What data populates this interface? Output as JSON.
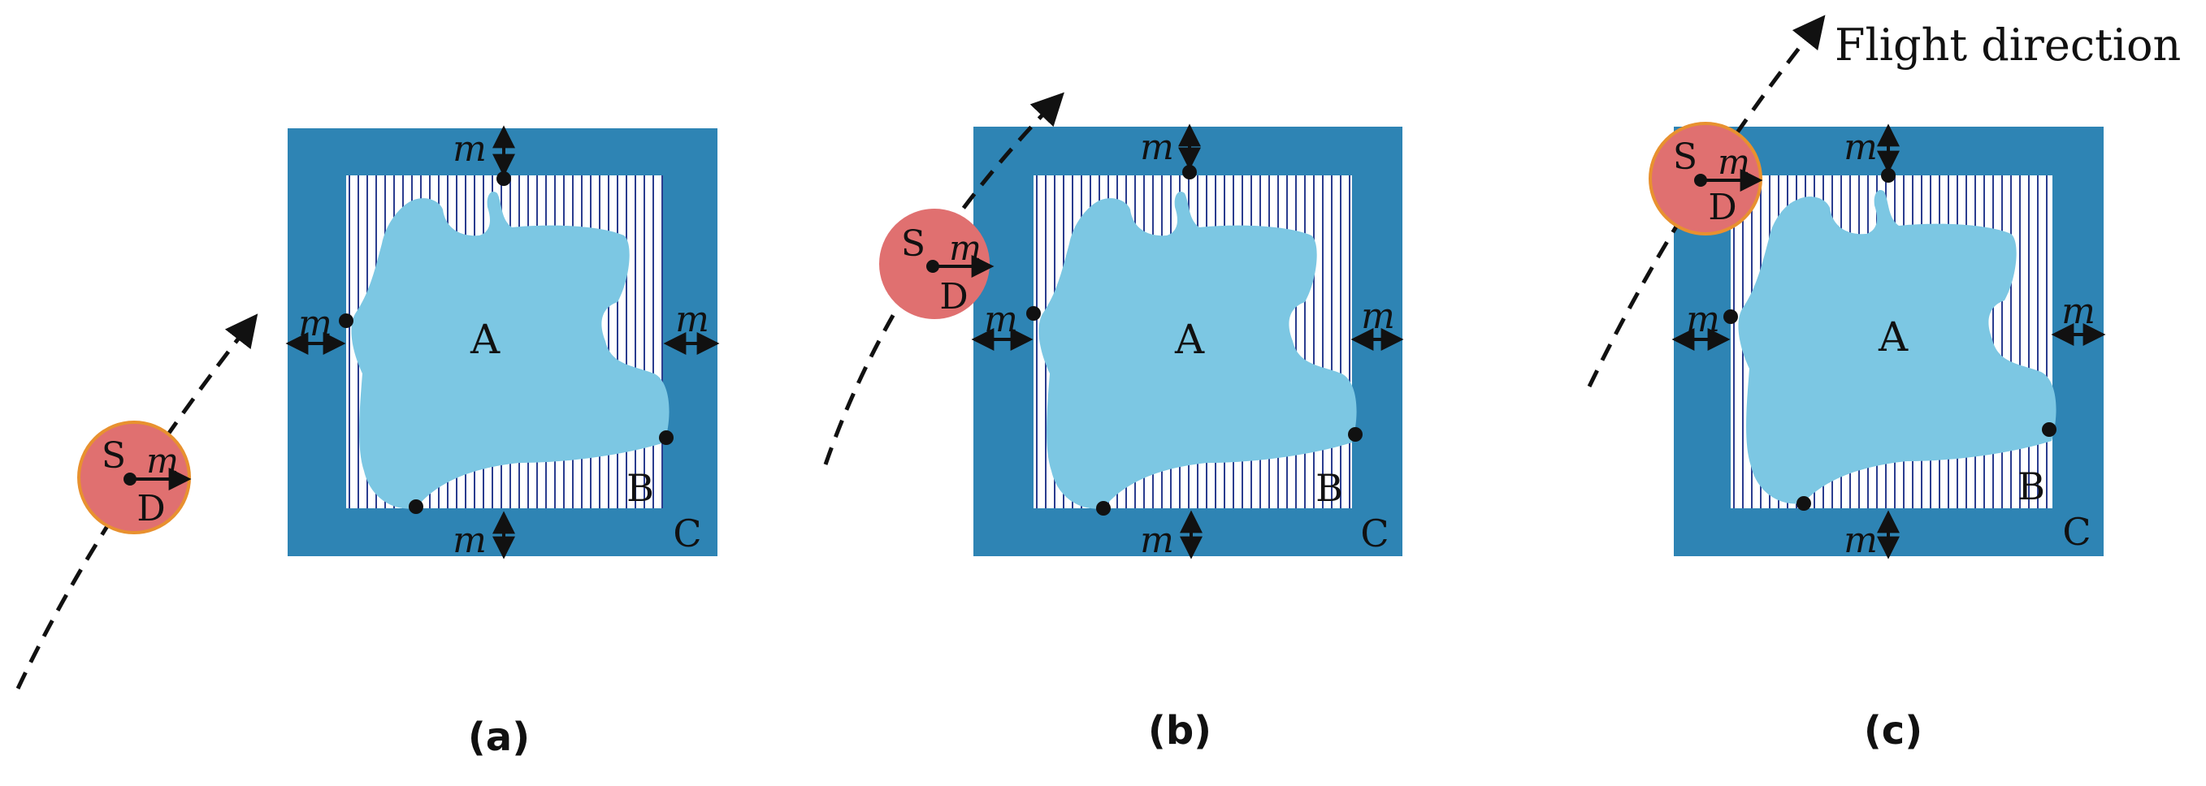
{
  "labels": {
    "region": "A",
    "inner_corner": "B",
    "outer_corner": "C",
    "margin": "m",
    "sensor": "S",
    "footprint": "D",
    "flight_direction": "Flight direction"
  },
  "panels": [
    {
      "id": "a",
      "caption": "(a)",
      "sensor_position": "before-area"
    },
    {
      "id": "b",
      "caption": "(b)",
      "sensor_position": "left-margin"
    },
    {
      "id": "c",
      "caption": "(c)",
      "sensor_position": "top-left-corner"
    }
  ],
  "colors": {
    "margin_band": "#2e84b4",
    "hatch_line": "#2b3d8f",
    "region_fill": "#7cc7e3",
    "sensor_fill": "#e07070",
    "sensor_stroke": "#e8912f",
    "ink": "#111111"
  }
}
